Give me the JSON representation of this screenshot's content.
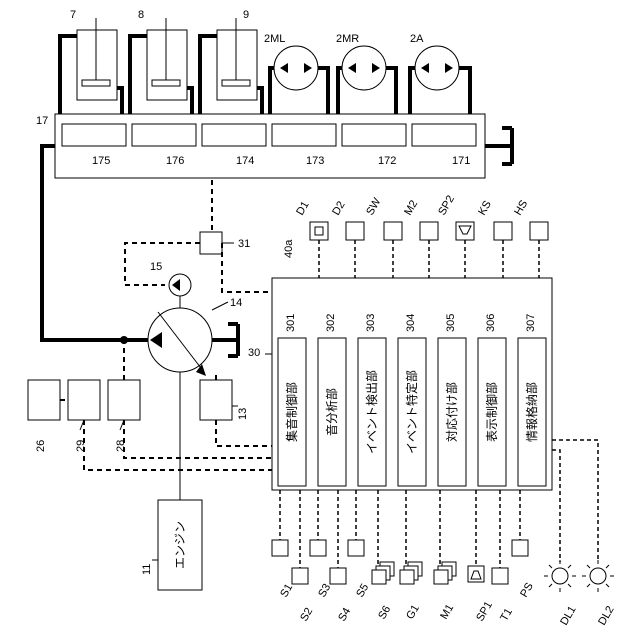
{
  "cylinders": [
    "7",
    "8",
    "9"
  ],
  "motors": [
    "2ML",
    "2MR",
    "2A"
  ],
  "valve_block": {
    "label": "17",
    "sections": [
      "175",
      "176",
      "174",
      "173",
      "172",
      "171"
    ]
  },
  "pilot": {
    "label": "31",
    "pump_label": "15"
  },
  "main_pump": {
    "label": "14"
  },
  "top_devices": [
    {
      "label": "D1",
      "sub": "40a"
    },
    {
      "label": "D2"
    },
    {
      "label": "SW"
    },
    {
      "label": "M2"
    },
    {
      "label": "SP2"
    },
    {
      "label": "KS"
    },
    {
      "label": "HS"
    }
  ],
  "controller": {
    "label": "30",
    "units": [
      {
        "num": "301",
        "name": "集音制御部"
      },
      {
        "num": "302",
        "name": "音分析部"
      },
      {
        "num": "303",
        "name": "イベント検出部"
      },
      {
        "num": "304",
        "name": "イベント特定部"
      },
      {
        "num": "305",
        "name": "対応付け部"
      },
      {
        "num": "306",
        "name": "表示制御部"
      },
      {
        "num": "307",
        "name": "情報格納部"
      }
    ]
  },
  "left_boxes": [
    "26",
    "29",
    "28",
    "13"
  ],
  "engine": {
    "label": "11",
    "text": "エンジン"
  },
  "bottom_devices": [
    "S1",
    "S2",
    "S3",
    "S4",
    "S5",
    "S6",
    "G1",
    "M1",
    "SP1",
    "T1",
    "PS",
    "DL1",
    "DL2"
  ]
}
